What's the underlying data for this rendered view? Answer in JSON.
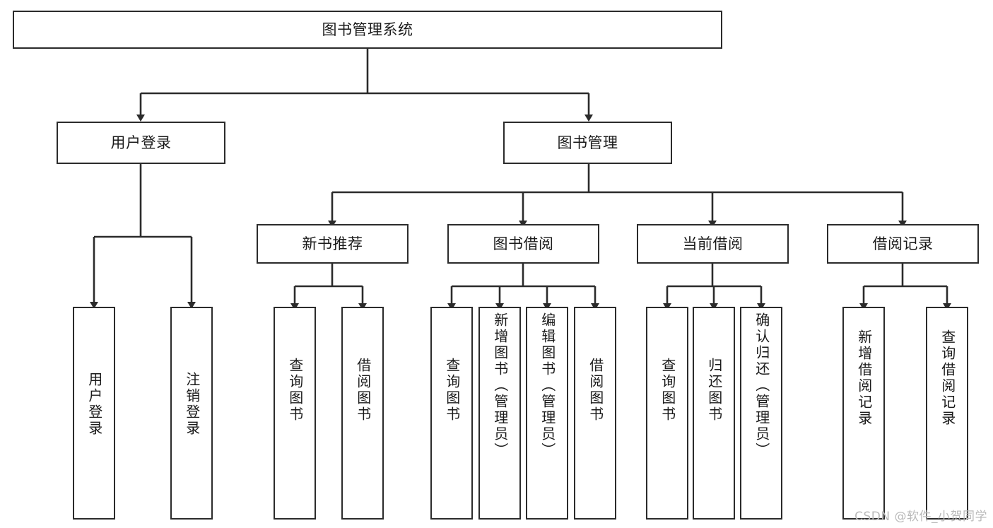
{
  "diagram": {
    "title": "图书管理系统",
    "type": "tree",
    "orientation": "top-down",
    "background_color": "#ffffff",
    "line_color": "#2b2b2b",
    "text_color": "#1a1a1a"
  },
  "nodes": {
    "root": {
      "label": "图书管理系统",
      "level": 0,
      "text_direction": "horizontal"
    },
    "level1": [
      {
        "id": "user-login",
        "label": "用户登录",
        "text_direction": "horizontal"
      },
      {
        "id": "book-manage",
        "label": "图书管理",
        "text_direction": "horizontal"
      }
    ],
    "level2": [
      {
        "id": "new-book-recommend",
        "label": "新书推荐",
        "parent": "book-manage",
        "text_direction": "horizontal"
      },
      {
        "id": "book-borrow",
        "label": "图书借阅",
        "parent": "book-manage",
        "text_direction": "horizontal"
      },
      {
        "id": "current-borrow",
        "label": "当前借阅",
        "parent": "book-manage",
        "text_direction": "horizontal"
      },
      {
        "id": "borrow-record",
        "label": "借阅记录",
        "parent": "book-manage",
        "text_direction": "horizontal"
      }
    ],
    "leaves": [
      {
        "id": "leaf-user-login",
        "label": "用户登录",
        "parent": "user-login",
        "text_direction": "vertical"
      },
      {
        "id": "leaf-user-logout",
        "label": "注销登录",
        "parent": "user-login",
        "text_direction": "vertical"
      },
      {
        "id": "leaf-query-book-1",
        "label": "查询图书",
        "parent": "new-book-recommend",
        "text_direction": "vertical"
      },
      {
        "id": "leaf-borrow-book-1",
        "label": "借阅图书",
        "parent": "new-book-recommend",
        "text_direction": "vertical"
      },
      {
        "id": "leaf-query-book-2",
        "label": "查询图书",
        "parent": "book-borrow",
        "text_direction": "vertical"
      },
      {
        "id": "leaf-add-book",
        "label": "新增图书（管理员）",
        "parent": "book-borrow",
        "text_direction": "vertical"
      },
      {
        "id": "leaf-edit-book",
        "label": "编辑图书（管理员）",
        "parent": "book-borrow",
        "text_direction": "vertical"
      },
      {
        "id": "leaf-borrow-book-2",
        "label": "借阅图书",
        "parent": "book-borrow",
        "text_direction": "vertical"
      },
      {
        "id": "leaf-query-book-3",
        "label": "查询图书",
        "parent": "current-borrow",
        "text_direction": "vertical"
      },
      {
        "id": "leaf-return-book",
        "label": "归还图书",
        "parent": "current-borrow",
        "text_direction": "vertical"
      },
      {
        "id": "leaf-confirm-return",
        "label": "确认归还（管理员）",
        "parent": "current-borrow",
        "text_direction": "vertical"
      },
      {
        "id": "leaf-add-record",
        "label": "新增借阅记录",
        "parent": "borrow-record",
        "text_direction": "vertical"
      },
      {
        "id": "leaf-query-record",
        "label": "查询借阅记录",
        "parent": "borrow-record",
        "text_direction": "vertical"
      }
    ]
  },
  "watermark": {
    "text": "CSDN @软件_小贺同学"
  }
}
